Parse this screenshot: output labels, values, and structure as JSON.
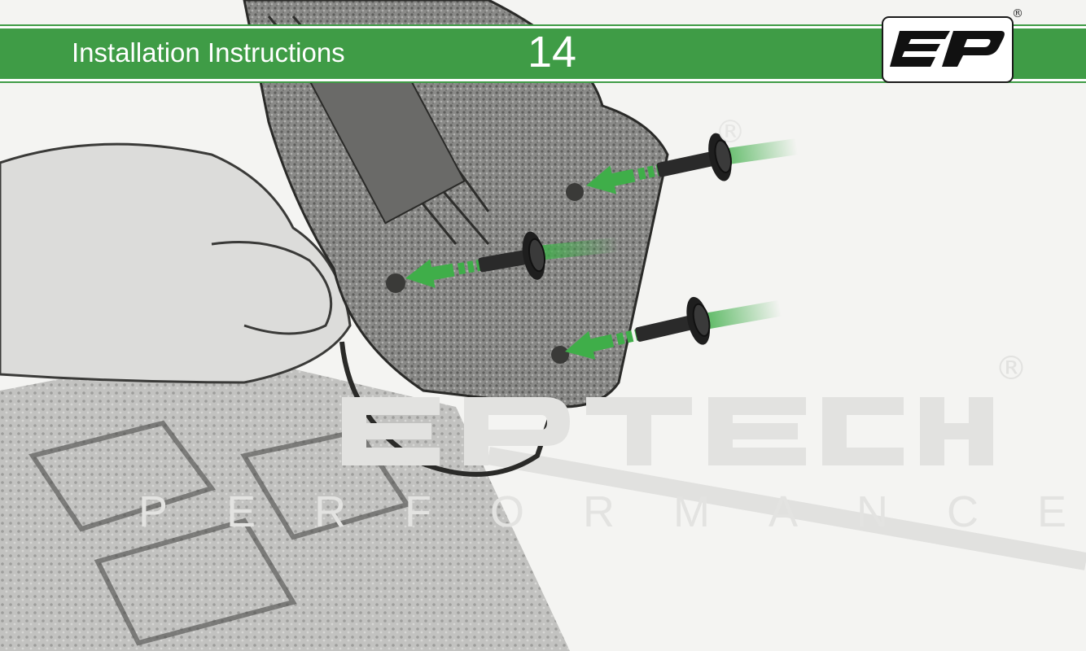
{
  "header": {
    "title": "Installation Instructions",
    "page_number": "14",
    "accent_color": "#3f9c46"
  },
  "logo": {
    "text": "EP",
    "registered_symbol": "®"
  },
  "watermark": {
    "brand": "EPTECH",
    "tagline": "PERFORMANCE",
    "registered_symbol": "®"
  },
  "illustration": {
    "subject": "hand holding bracket with three bolts being inserted",
    "bolt_count": 3,
    "arrow_color": "#3fae49",
    "bolt_color": "#2a2a2a"
  }
}
